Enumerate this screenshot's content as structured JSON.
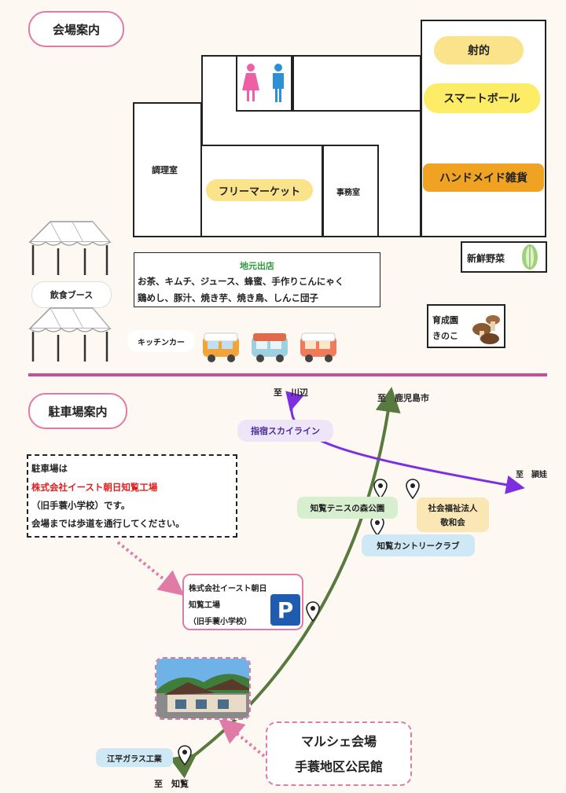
{
  "venue": {
    "heading": "会場案内",
    "rooms": {
      "cooking": "調理室",
      "flea": "フリーマーケット",
      "office": "事務室"
    },
    "booths": {
      "shooting": "射的",
      "smartball": "スマートボール",
      "handmade": "ハンドメイド雑貨",
      "vegetables": "新鮮野菜",
      "mushroom_line1": "育成園",
      "mushroom_line2": "きのこ"
    },
    "local": {
      "title": "地元出店",
      "line1": "お茶、キムチ、ジュース、蜂蜜、手作りこんにゃく",
      "line2": "鶏めし、豚汁、焼き芋、焼き鳥、しんこ団子"
    },
    "food_booth": "飲食ブース",
    "kitchen_car": "キッチンカー"
  },
  "parking": {
    "heading": "駐車場案内",
    "note_line1": "駐車場は",
    "note_line2": "株式会社イースト朝日知覧工場",
    "note_line3": "（旧手蓑小学校）です。",
    "note_line4": "会場までは歩道を通行してください。",
    "lot_line1": "株式会社イースト朝日",
    "lot_line2": "知覧工場",
    "lot_line3": "（旧手蓑小学校）",
    "parking_sign": "P",
    "to_kawanabe": "至　川辺",
    "to_kagoshima": "至　鹿児島市",
    "to_ei": "至　頴娃",
    "to_chiran": "至　知覧",
    "skyline": "指宿スカイライン",
    "tennis": "知覧テニスの森公園",
    "welfare_line1": "社会福祉法人",
    "welfare_line2": "敬和会",
    "country": "知覧カントリークラブ",
    "glass": "江平ガラス工業",
    "venue_line1": "マルシェ会場",
    "venue_line2": "手蓑地区公民館"
  },
  "colors": {
    "pink": "#e07aa6",
    "yellow": "#fbe38c",
    "orange": "#f0a223",
    "purple": "#7d2ee0",
    "green": "#587a3f",
    "red": "#e02020",
    "divider": "#c64c9c",
    "lightblue": "#cfe8f5",
    "lightgreen": "#d8efcf",
    "cream": "#fbe6b6"
  }
}
